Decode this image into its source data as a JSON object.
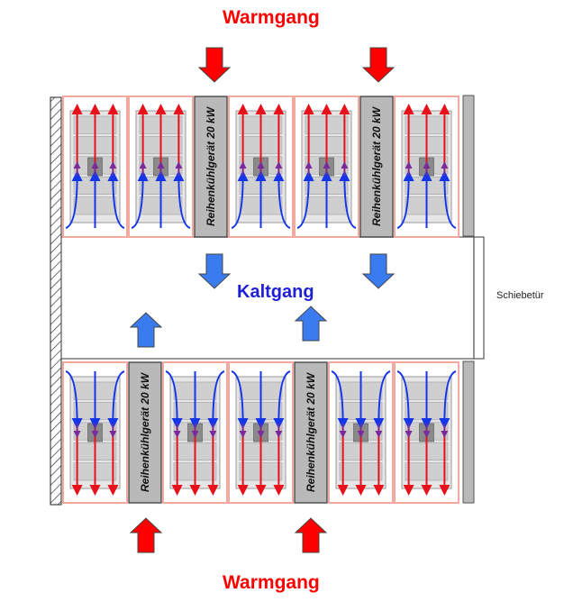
{
  "labels": {
    "warm_top": "Warmgang",
    "warm_bottom": "Warmgang",
    "cold": "Kaltgang",
    "door": "Schiebetür"
  },
  "units": {
    "cooler_label": "Reihenkühlgerät 20 kW"
  },
  "top_row": [
    "rack",
    "rack",
    "cooler",
    "rack",
    "rack",
    "cooler",
    "rack"
  ],
  "bottom_row": [
    "rack",
    "cooler",
    "rack",
    "rack",
    "cooler",
    "rack",
    "rack"
  ],
  "colors": {
    "warm": "#ff0000",
    "cold": "#3a7bf0",
    "cold_text": "#1f1fd6",
    "airflow_cold": "#1536e8",
    "airflow_warm": "#e8101a",
    "cooler_fill": "#b9b9b9",
    "frame": "#f3a8a0",
    "wall_hatch": "#333333"
  },
  "icons": {
    "warm_arrow": "down-arrow-icon",
    "cold_arrow": "up-arrow-icon"
  }
}
